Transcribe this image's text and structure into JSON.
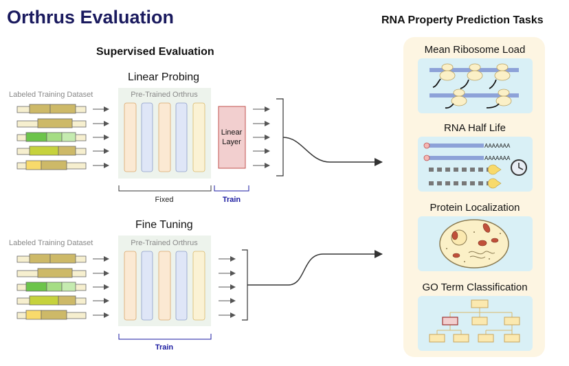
{
  "title": "Orthrus Evaluation",
  "supervised": {
    "heading": "Supervised Evaluation",
    "linear_probing": {
      "label": "Linear Probing",
      "dataset_label": "Labeled Training Dataset",
      "model_label": "Pre-Trained Orthrus",
      "head_label_line1": "Linear",
      "head_label_line2": "Layer",
      "fixed_label": "Fixed",
      "train_label": "Train"
    },
    "fine_tuning": {
      "label": "Fine Tuning",
      "dataset_label": "Labeled Training Dataset",
      "model_label": "Pre-Trained Orthrus",
      "train_label": "Train"
    }
  },
  "tasks": {
    "heading": "RNA Property Prediction Tasks",
    "items": [
      {
        "label": "Mean Ribosome Load"
      },
      {
        "label": "RNA Half Life",
        "poly_a_1": "AAAAAAA",
        "poly_a_2": "AAAAAAA"
      },
      {
        "label": "Protein Localization"
      },
      {
        "label": "GO Term Classification"
      }
    ]
  },
  "colors": {
    "title": "#1a1a5e",
    "train_text": "#1a1aa0",
    "panel_bg": "#fdf5e2",
    "task_box_bg": "#d9f0f6",
    "model_bg": "#edf3ec",
    "linear_layer_fill": "#f2cfcf",
    "linear_layer_stroke": "#c0504d",
    "layer_orange": "#fbe9d3",
    "layer_blue": "#dfe6f7",
    "layer_yellow": "#fbf2d4"
  }
}
